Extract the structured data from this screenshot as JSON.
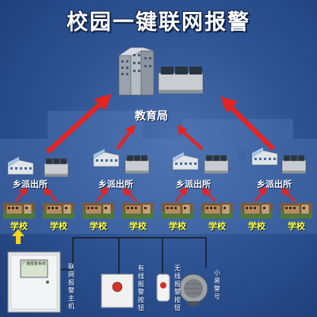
{
  "title": "校园一键联网报警",
  "center": {
    "label": "教育局"
  },
  "stations": [
    {
      "label": "乡派出所"
    },
    {
      "label": "乡派出所"
    },
    {
      "label": "乡派出所"
    },
    {
      "label": "乡派出所"
    }
  ],
  "schools": [
    {
      "label": "学校"
    },
    {
      "label": "学校"
    },
    {
      "label": "学校"
    },
    {
      "label": "学校"
    },
    {
      "label": "学校"
    },
    {
      "label": "学校"
    },
    {
      "label": "学校"
    },
    {
      "label": "学校"
    }
  ],
  "devices": {
    "host": {
      "label": "联网报警主机",
      "panel_text": "广播报警系统"
    },
    "wired_button": {
      "label": "有线报警按钮"
    },
    "wireless_button": {
      "label": "无线报警按钮"
    },
    "siren": {
      "label": "小黑警号"
    }
  },
  "colors": {
    "arrow": "#e8231f",
    "line": "#1a1a1a",
    "school_label": "#ffff33",
    "up_arrow": "#f5d21b"
  }
}
